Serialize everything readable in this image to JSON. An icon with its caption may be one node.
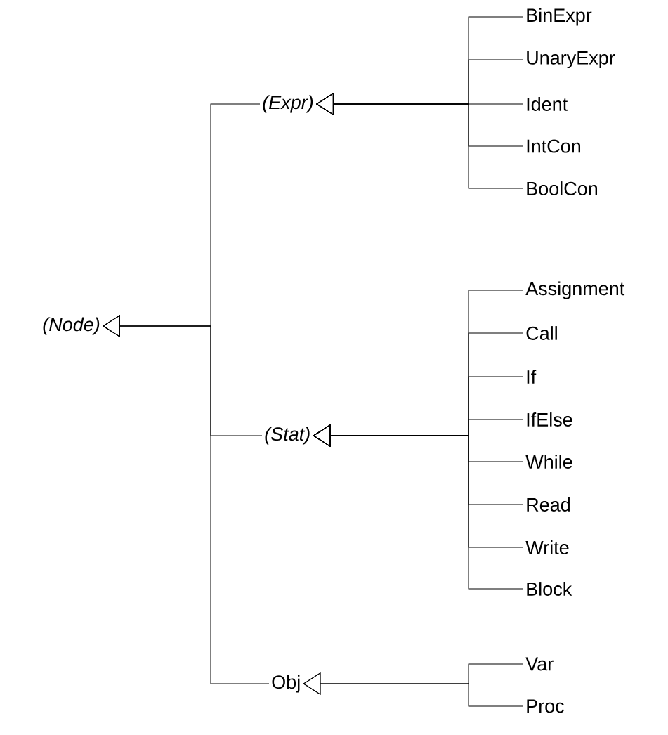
{
  "diagram": {
    "nodes": [
      {
        "text": [
          "(Node)"
        ]
      },
      {
        "text": [
          "(Expr)"
        ]
      },
      {
        "text": [
          "(Stat)"
        ]
      },
      {
        "text": [
          "Obj"
        ]
      },
      {
        "text": [
          "BinExpr"
        ]
      },
      {
        "text": [
          "UnaryExpr"
        ]
      },
      {
        "text": [
          "Ident"
        ]
      },
      {
        "text": [
          "IntCon"
        ]
      },
      {
        "text": [
          "BoolCon"
        ]
      },
      {
        "text": [
          "Assignment"
        ]
      },
      {
        "text": [
          "Call"
        ]
      },
      {
        "text": [
          "If"
        ]
      },
      {
        "text": [
          "IfElse"
        ]
      },
      {
        "text": [
          "While"
        ]
      },
      {
        "text": [
          "Read"
        ]
      },
      {
        "text": [
          "Write"
        ]
      },
      {
        "text": [
          "Block"
        ]
      },
      {
        "text": [
          "Var"
        ]
      },
      {
        "text": [
          "Proc"
        ]
      }
    ],
    "edges": [
      {
        "from": 1,
        "to": 0,
        "arrow": "to"
      },
      {
        "from": 2,
        "to": 0,
        "arrow": "to"
      },
      {
        "from": 3,
        "to": 0,
        "arrow": "to"
      },
      {
        "from": 4,
        "to": 1,
        "arrow": "to"
      },
      {
        "from": 5,
        "to": 1,
        "arrow": "to"
      },
      {
        "from": 6,
        "to": 1,
        "arrow": "to"
      },
      {
        "from": 7,
        "to": 1,
        "arrow": "to"
      },
      {
        "from": 8,
        "to": 1,
        "arrow": "to"
      },
      {
        "from": 9,
        "to": 2,
        "arrow": "to"
      },
      {
        "from": 10,
        "to": 2,
        "arrow": "to"
      },
      {
        "from": 11,
        "to": 2,
        "arrow": "to"
      },
      {
        "from": 12,
        "to": 2,
        "arrow": "to"
      },
      {
        "from": 13,
        "to": 2,
        "arrow": "to"
      },
      {
        "from": 14,
        "to": 2,
        "arrow": "to"
      },
      {
        "from": 15,
        "to": 2,
        "arrow": "to"
      },
      {
        "from": 16,
        "to": 2,
        "arrow": "to"
      },
      {
        "from": 17,
        "to": 3,
        "arrow": "to"
      },
      {
        "from": 18,
        "to": 3,
        "arrow": "to"
      }
    ]
  }
}
